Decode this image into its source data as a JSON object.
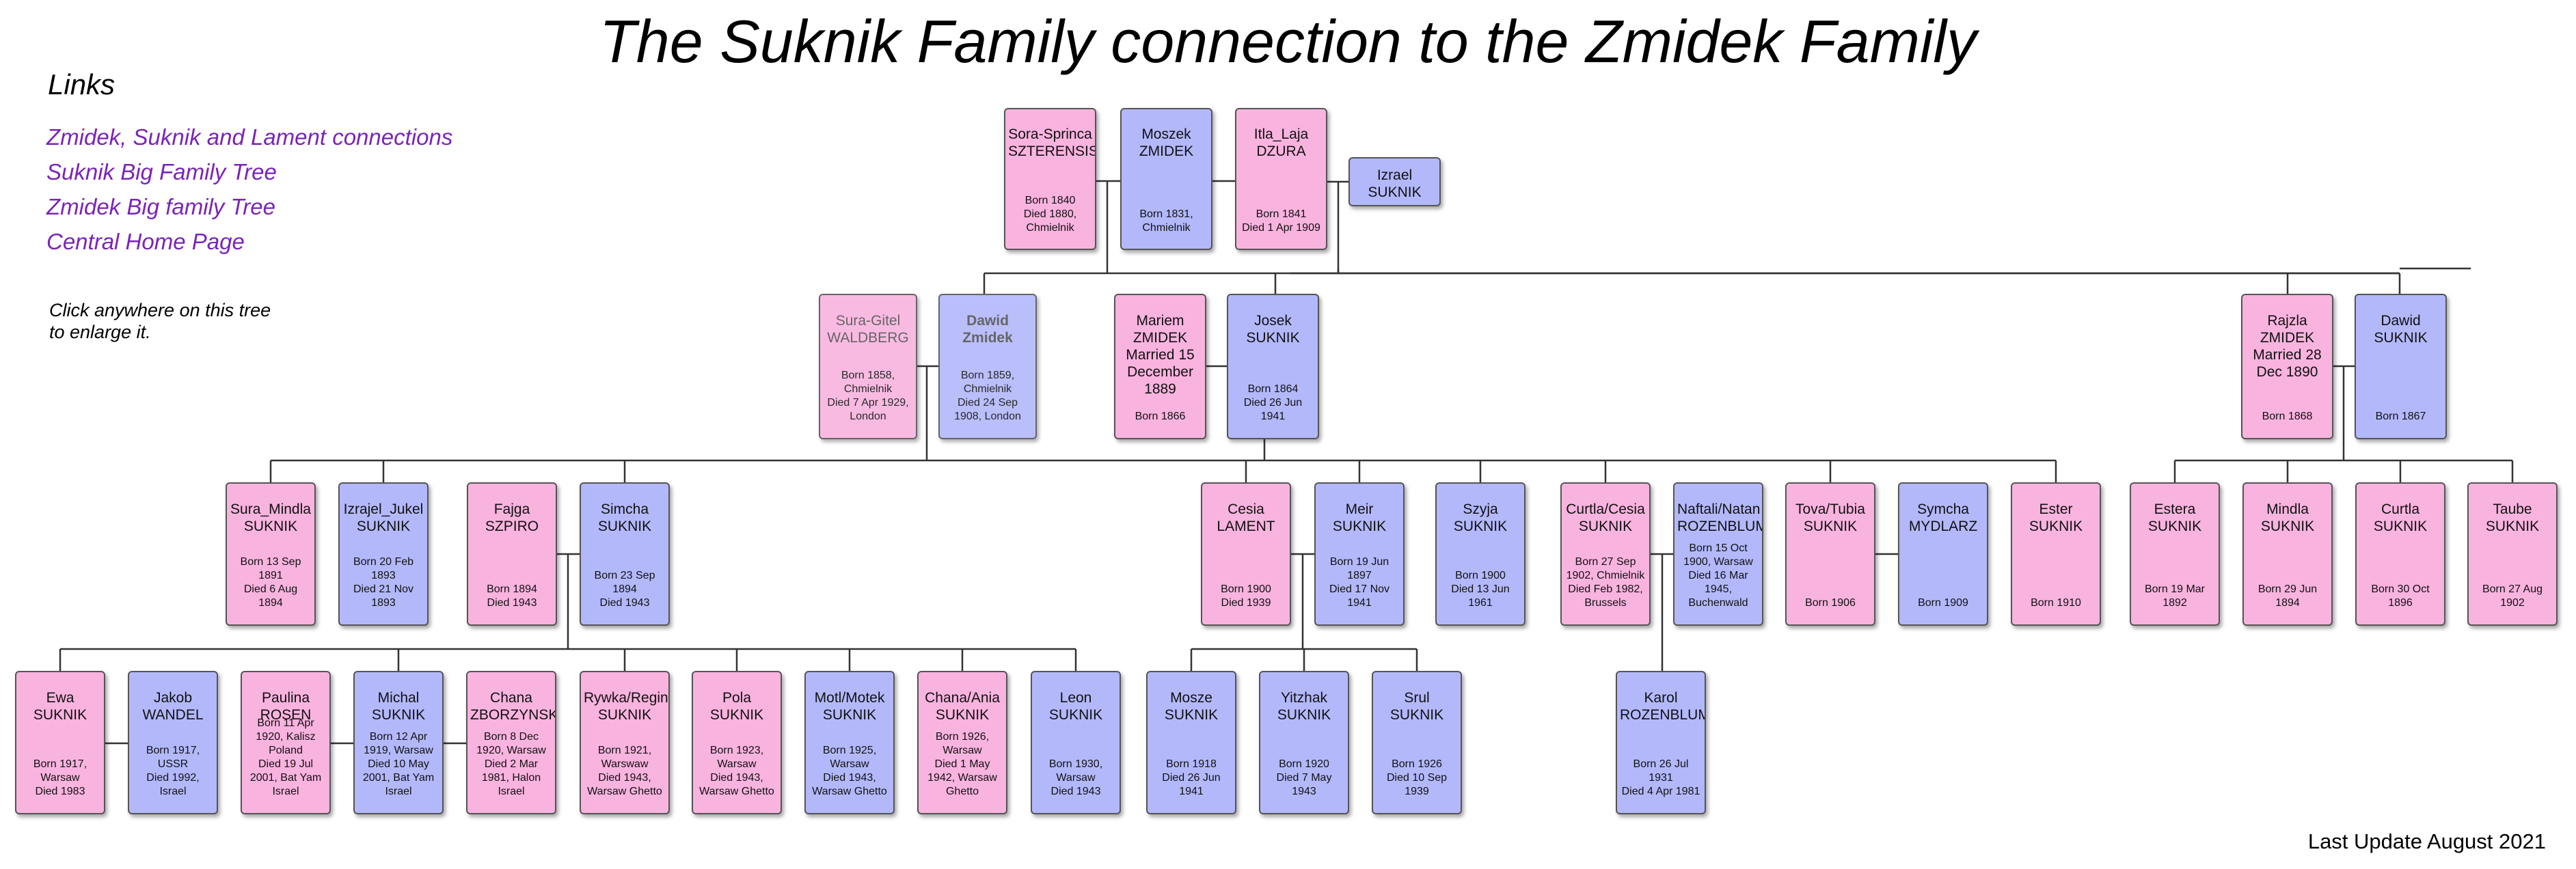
{
  "title": "The Suknik Family connection to the Zmidek Family",
  "links": {
    "heading": "Links",
    "items": [
      {
        "label": "Zmidek, Suknik and Lament connections"
      },
      {
        "label": "Suknik  Big Family Tree"
      },
      {
        "label": "Zmidek Big family Tree"
      },
      {
        "label": "Central Home Page"
      }
    ]
  },
  "click_hint": "Click anywhere on this tree to enlarge it.",
  "last_update": "Last Update August 2021",
  "colors": {
    "female": "#f9b3df",
    "male": "#b3b8fb",
    "link": "#7a24b8",
    "line": "#333333"
  },
  "people": [
    {
      "id": "sora",
      "name": "Sora-Sprinca\nSZTERENSIS",
      "dates": "Born 1840\nDied 1880,\nChmielnik",
      "sex": "f"
    },
    {
      "id": "moszek",
      "name": "Moszek\nZMIDEK",
      "dates": "Born 1831,\nChmielnik",
      "sex": "m"
    },
    {
      "id": "itla",
      "name": "Itla_Laja\nDZURA",
      "dates": "Born 1841\nDied 1 Apr 1909",
      "sex": "f"
    },
    {
      "id": "izrael",
      "name": "Izrael\nSUKNIK",
      "dates": "",
      "sex": "m"
    },
    {
      "id": "suragitel",
      "name": "Sura-Gitel\nWALDBERG",
      "dates": "Born 1858,\nChmielnik\nDied 7 Apr 1929,\nLondon",
      "sex": "f"
    },
    {
      "id": "dawidz",
      "name": "Dawid\nZmidek",
      "dates": "Born 1859,\nChmielnik\nDied 24 Sep\n1908, London",
      "sex": "m"
    },
    {
      "id": "mariem",
      "name": "Mariem\nZMIDEK\nMarried 15\nDecember\n1889",
      "dates": "Born 1866",
      "sex": "f"
    },
    {
      "id": "josek",
      "name": "Josek\nSUKNIK",
      "dates": "Born 1864\nDied 26 Jun\n1941",
      "sex": "m"
    },
    {
      "id": "rajzla",
      "name": "Rajzla\nZMIDEK\nMarried 28\nDec 1890",
      "dates": "Born 1868",
      "sex": "f"
    },
    {
      "id": "dawids",
      "name": "Dawid\nSUKNIK",
      "dates": "Born 1867",
      "sex": "m"
    },
    {
      "id": "suramindla",
      "name": "Sura_Mindla\nSUKNIK",
      "dates": "Born 13 Sep\n1891\nDied 6 Aug\n1894",
      "sex": "f"
    },
    {
      "id": "izrajel",
      "name": "Izrajel_Jukel\nSUKNIK",
      "dates": "Born 20 Feb\n1893\nDied 21 Nov\n1893",
      "sex": "m"
    },
    {
      "id": "fajga",
      "name": "Fajga\nSZPIRO",
      "dates": "Born 1894\nDied 1943",
      "sex": "f"
    },
    {
      "id": "simcha",
      "name": "Simcha\nSUKNIK",
      "dates": "Born 23 Sep\n1894\nDied 1943",
      "sex": "m"
    },
    {
      "id": "cesia",
      "name": "Cesia\nLAMENT",
      "dates": "Born 1900\nDied 1939",
      "sex": "f"
    },
    {
      "id": "meir",
      "name": "Meir SUKNIK",
      "dates": "Born 19 Jun\n1897\nDied 17 Nov\n1941",
      "sex": "m"
    },
    {
      "id": "szyja",
      "name": "Szyja\nSUKNIK",
      "dates": "Born 1900\nDied 13 Jun\n1961",
      "sex": "m"
    },
    {
      "id": "curtla1",
      "name": "Curtla/Cesia\nSUKNIK",
      "dates": "Born 27 Sep\n1902, Chmielnik\nDied Feb 1982,\nBrussels",
      "sex": "f"
    },
    {
      "id": "naftali",
      "name": "Naftali/Natan\nROZENBLUM",
      "dates": "Born 15 Oct\n1900, Warsaw\nDied 16 Mar\n1945,\nBuchenwald",
      "sex": "m"
    },
    {
      "id": "tova",
      "name": "Tova/Tubia\nSUKNIK",
      "dates": "Born 1906",
      "sex": "f"
    },
    {
      "id": "symcha",
      "name": "Symcha\nMYDLARZ",
      "dates": "Born 1909",
      "sex": "m"
    },
    {
      "id": "ester",
      "name": "Ester\nSUKNIK",
      "dates": "Born 1910",
      "sex": "f"
    },
    {
      "id": "estera",
      "name": "Estera\nSUKNIK",
      "dates": "Born 19 Mar\n1892",
      "sex": "f"
    },
    {
      "id": "mindla",
      "name": "Mindla\nSUKNIK",
      "dates": "Born 29 Jun\n1894",
      "sex": "f"
    },
    {
      "id": "curtla2",
      "name": "Curtla\nSUKNIK",
      "dates": "Born 30 Oct\n1896",
      "sex": "f"
    },
    {
      "id": "taube",
      "name": "Taube\nSUKNIK",
      "dates": "Born 27 Aug\n1902",
      "sex": "f"
    },
    {
      "id": "ewa",
      "name": "Ewa SUKNIK",
      "dates": "Born 1917,\nWarsaw\nDied 1983",
      "sex": "f"
    },
    {
      "id": "jakob",
      "name": "Jakob\nWANDEL",
      "dates": "Born 1917,\nUSSR\nDied 1992,\nIsrael",
      "sex": "m"
    },
    {
      "id": "paulina",
      "name": "Paulina\nROSEN",
      "dates": "Born 11 Apr\n1920, Kalisz\nPoland\nDied 19 Jul\n2001, Bat Yam\nIsrael",
      "sex": "f"
    },
    {
      "id": "michal",
      "name": "Michal\nSUKNIK",
      "dates": "Born 12 Apr\n1919, Warsaw\nDied 10 May\n2001, Bat Yam\nIsrael",
      "sex": "m"
    },
    {
      "id": "chana",
      "name": "Chana\nZBORZYNSKA",
      "dates": "Born 8 Dec\n1920, Warsaw\nDied 2 Mar\n1981, Halon\nIsrael",
      "sex": "f"
    },
    {
      "id": "rywka",
      "name": "Rywka/Regina\nSUKNIK",
      "dates": "Born 1921,\nWarswaw\nDied 1943,\nWarsaw Ghetto",
      "sex": "f"
    },
    {
      "id": "pola",
      "name": "Pola SUKNIK",
      "dates": "Born 1923,\nWarsaw\nDied 1943,\nWarsaw Ghetto",
      "sex": "f"
    },
    {
      "id": "motl",
      "name": "Motl/Motek\nSUKNIK",
      "dates": "Born 1925,\nWarsaw\nDied 1943,\nWarsaw Ghetto",
      "sex": "m"
    },
    {
      "id": "chanaania",
      "name": "Chana/Ania\nSUKNIK",
      "dates": "Born 1926,\nWarsaw\nDied 1 May\n1942, Warsaw\nGhetto",
      "sex": "f"
    },
    {
      "id": "leon",
      "name": "Leon SUKNIK",
      "dates": "Born 1930,\nWarsaw\nDied 1943",
      "sex": "m"
    },
    {
      "id": "mosze",
      "name": "Mosze\nSUKNIK",
      "dates": "Born 1918\nDied 26 Jun\n1941",
      "sex": "m"
    },
    {
      "id": "yitzhak",
      "name": "Yitzhak\nSUKNIK",
      "dates": "Born 1920\nDied 7 May\n1943",
      "sex": "m"
    },
    {
      "id": "srul",
      "name": "Srul SUKNIK",
      "dates": "Born 1926\nDied 10 Sep\n1939",
      "sex": "m"
    },
    {
      "id": "karol",
      "name": "Karol\nROZENBLUM",
      "dates": "Born 26 Jul\n1931\nDied 4 Apr 1981",
      "sex": "m"
    }
  ]
}
